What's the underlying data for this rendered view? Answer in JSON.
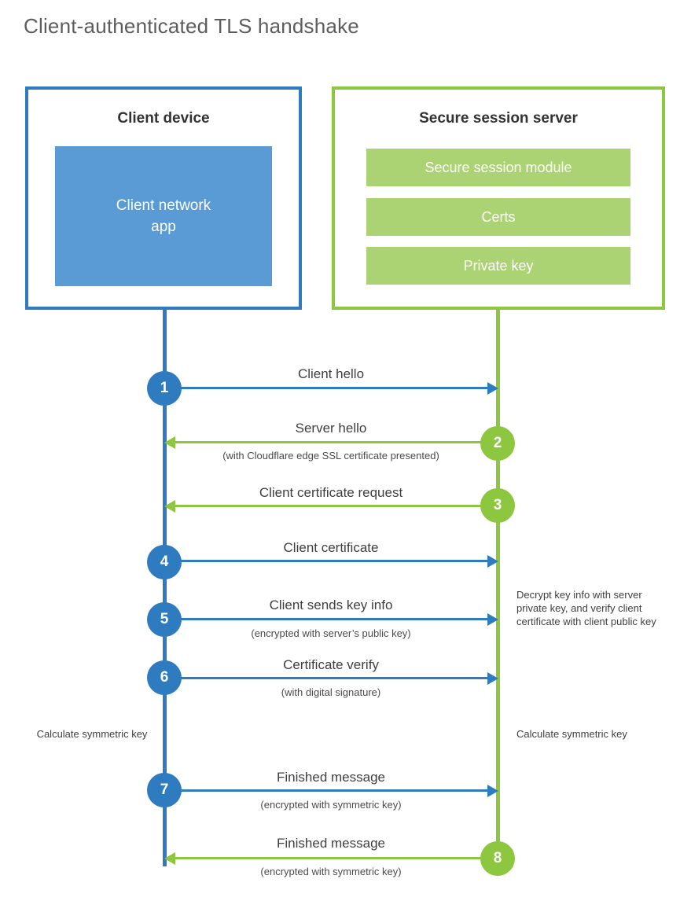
{
  "title": "Client-authenticated TLS handshake",
  "colors": {
    "client_accent": "#2e7cbf",
    "client_fill": "#5b9bd5",
    "server_accent": "#8dc63f",
    "server_fill": "#abd373",
    "title_text": "#5d5d5d",
    "body_text": "#3f3f3f",
    "background": "#ffffff"
  },
  "client": {
    "title": "Client device",
    "app_label": "Client network\napp",
    "app_line1": "Client network",
    "app_line2": "app"
  },
  "server": {
    "title": "Secure session server",
    "blocks": [
      {
        "label": "Secure session module"
      },
      {
        "label": "Certs"
      },
      {
        "label": "Private key"
      }
    ]
  },
  "steps": [
    {
      "number": "1",
      "label": "Client hello",
      "sublabel": "",
      "direction": "client-to-server",
      "origin": "client"
    },
    {
      "number": "2",
      "label": "Server hello",
      "sublabel": "(with Cloudflare edge SSL certificate presented)",
      "direction": "server-to-client",
      "origin": "server"
    },
    {
      "number": "3",
      "label": "Client certificate request",
      "sublabel": "",
      "direction": "server-to-client",
      "origin": "server"
    },
    {
      "number": "4",
      "label": "Client certificate",
      "sublabel": "",
      "direction": "client-to-server",
      "origin": "client"
    },
    {
      "number": "5",
      "label": "Client sends key info",
      "sublabel": "(encrypted with server’s public key)",
      "direction": "client-to-server",
      "origin": "client"
    },
    {
      "number": "6",
      "label": "Certificate verify",
      "sublabel": "(with digital signature)",
      "direction": "client-to-server",
      "origin": "client"
    },
    {
      "number": "7",
      "label": "Finished message",
      "sublabel": "(encrypted with symmetric key)",
      "direction": "client-to-server",
      "origin": "client"
    },
    {
      "number": "8",
      "label": "Finished message",
      "sublabel": "(encrypted with symmetric key)",
      "direction": "server-to-client",
      "origin": "server"
    }
  ],
  "notes": {
    "decrypt_note": "Decrypt key info with server private key, and verify client certificate with client public key",
    "calculate_client": "Calculate symmetric key",
    "calculate_server": "Calculate symmetric key"
  }
}
